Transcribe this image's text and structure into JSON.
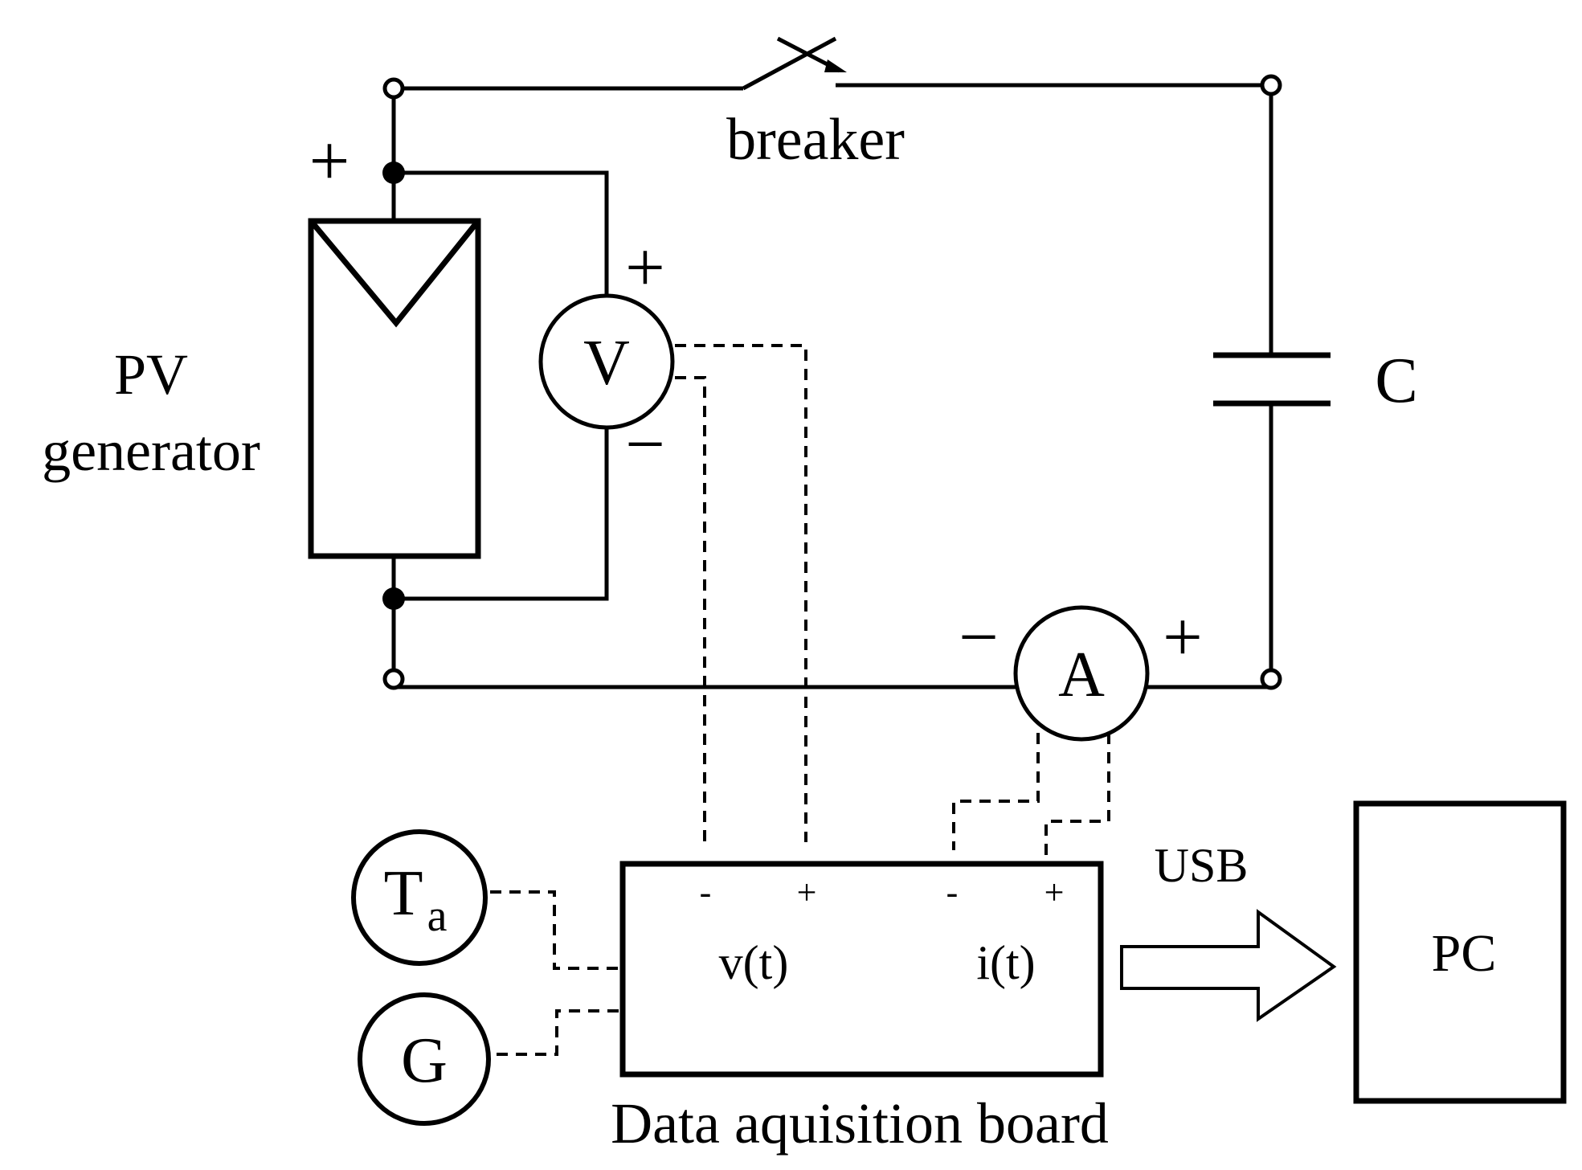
{
  "labels": {
    "breaker": "breaker",
    "pv_line1": "PV",
    "pv_line2": "generator",
    "pv_plus": "+",
    "voltmeter": "V",
    "voltmeter_plus": "+",
    "voltmeter_minus": "−",
    "capacitor": "C",
    "ammeter": "A",
    "ammeter_minus": "−",
    "ammeter_plus": "+",
    "temp_sensor_main": "T",
    "temp_sensor_sub": "a",
    "irradiance_sensor": "G",
    "daq_v_minus": "-",
    "daq_v_plus": "+",
    "daq_i_minus": "-",
    "daq_i_plus": "+",
    "daq_voltage": "v(t)",
    "daq_current": "i(t)",
    "daq_board": "Data aquisition board",
    "usb": "USB",
    "pc": "PC"
  }
}
